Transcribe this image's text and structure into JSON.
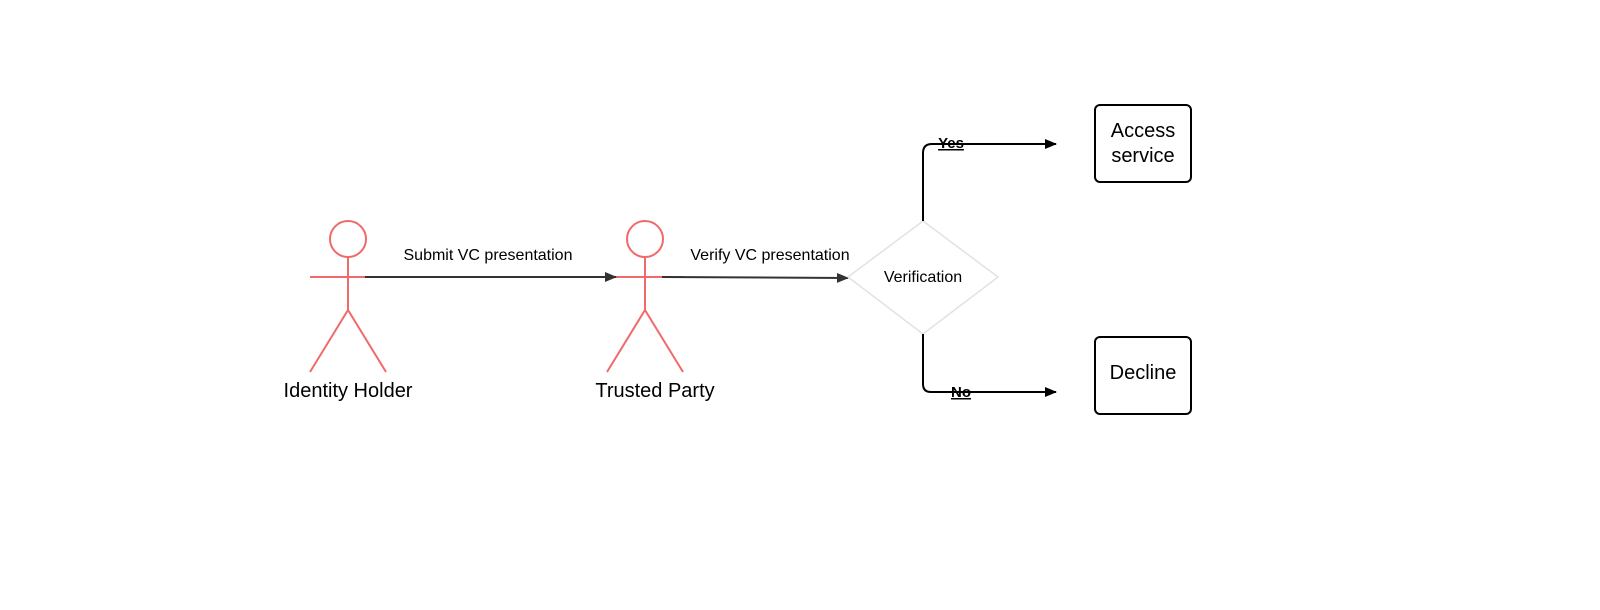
{
  "actors": {
    "identity_holder": "Identity Holder",
    "trusted_party": "Trusted Party"
  },
  "edges": {
    "submit": "Submit VC presentation",
    "verify": "Verify VC presentation",
    "yes": "Yes",
    "no": "No"
  },
  "decision": {
    "label": "Verification"
  },
  "outcomes": {
    "access_line1": "Access",
    "access_line2": "service",
    "decline": "Decline"
  },
  "colors": {
    "actor": "#f06a6a",
    "arrow": "#333333",
    "box_border": "#000000"
  }
}
